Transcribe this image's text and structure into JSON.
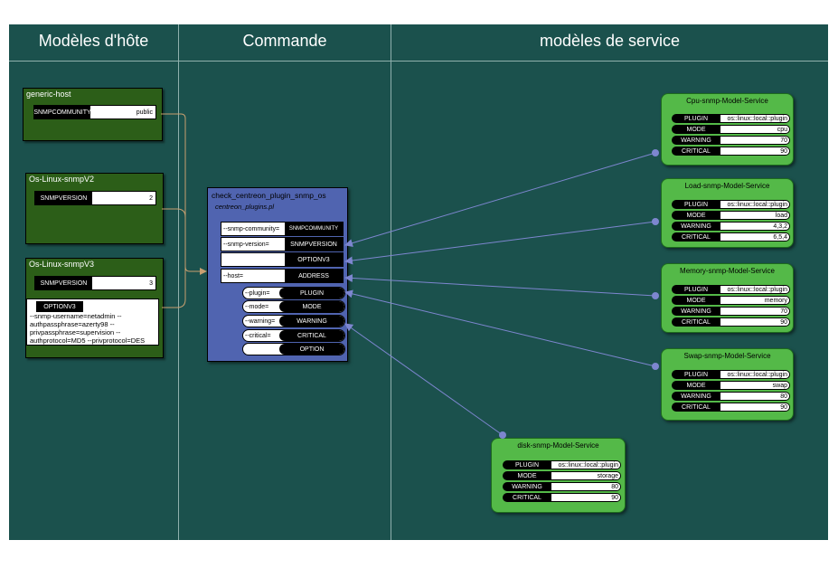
{
  "columns": {
    "host_templates": "Modèles d'hôte",
    "command": "Commande",
    "service_templates": "modèles de service"
  },
  "hosts": [
    {
      "name": "generic-host",
      "rows": [
        {
          "key": "SNMPCOMMUNITY",
          "value": "public"
        }
      ]
    },
    {
      "name": "Os-Linux-snmpV2",
      "rows": [
        {
          "key": "SNMPVERSION",
          "value": "2"
        }
      ]
    },
    {
      "name": "Os-Linux-snmpV3",
      "rows": [
        {
          "key": "SNMPVERSION",
          "value": "3"
        }
      ],
      "option": {
        "key": "OPTIONV3",
        "value": "--snmp-username=netadmin --authpassphrase=azerty98 --privpassphrase=supervision --authprotocol=MD5 --privprotocol=DES"
      }
    }
  ],
  "command": {
    "name": "check_centreon_plugin_snmp_os",
    "file": "centreon_plugins.pl",
    "args": [
      {
        "key": "--snmp-community=",
        "value": "SNMPCOMMUNITY"
      },
      {
        "key": "--snmp-version=",
        "value": "SNMPVERSION"
      },
      {
        "key": "",
        "value": "OPTIONV3"
      },
      {
        "key": "--host=",
        "value": "ADDRESS"
      }
    ],
    "params": [
      {
        "key": "--plugin=",
        "value": "PLUGIN"
      },
      {
        "key": "--mode=",
        "value": "MODE"
      },
      {
        "key": "--warning=",
        "value": "WARNING"
      },
      {
        "key": "--critical=",
        "value": "CRITICAL"
      },
      {
        "key": "",
        "value": "OPTION"
      }
    ]
  },
  "services": [
    {
      "name": "Cpu-snmp-Model-Service",
      "rows": [
        {
          "key": "PLUGIN",
          "value": "os::linux::local::plugin"
        },
        {
          "key": "MODE",
          "value": "cpu"
        },
        {
          "key": "WARNING",
          "value": "70"
        },
        {
          "key": "CRITICAL",
          "value": "90"
        }
      ]
    },
    {
      "name": "Load-snmp-Model-Service",
      "rows": [
        {
          "key": "PLUGIN",
          "value": "os::linux::local::plugin"
        },
        {
          "key": "MODE",
          "value": "load"
        },
        {
          "key": "WARNING",
          "value": "4,3,2"
        },
        {
          "key": "CRITICAL",
          "value": "6,5,4"
        }
      ]
    },
    {
      "name": "Memory-snmp-Model-Service",
      "rows": [
        {
          "key": "PLUGIN",
          "value": "os::linux::local::plugin"
        },
        {
          "key": "MODE",
          "value": "memory"
        },
        {
          "key": "WARNING",
          "value": "70"
        },
        {
          "key": "CRITICAL",
          "value": "90"
        }
      ]
    },
    {
      "name": "Swap-snmp-Model-Service",
      "rows": [
        {
          "key": "PLUGIN",
          "value": "os::linux::local::plugin"
        },
        {
          "key": "MODE",
          "value": "swap"
        },
        {
          "key": "WARNING",
          "value": "80"
        },
        {
          "key": "CRITICAL",
          "value": "90"
        }
      ]
    },
    {
      "name": "disk-snmp-Model-Service",
      "rows": [
        {
          "key": "PLUGIN",
          "value": "os::linux::local::plugin"
        },
        {
          "key": "MODE",
          "value": "storage"
        },
        {
          "key": "WARNING",
          "value": "80"
        },
        {
          "key": "CRITICAL",
          "value": "90"
        }
      ]
    }
  ],
  "colors": {
    "background": "#1b514d",
    "host_box": "#2c5e18",
    "command_box": "#5064b0",
    "service_box": "#54b948",
    "host_link": "#c9a070",
    "service_link": "#7d86cf"
  }
}
